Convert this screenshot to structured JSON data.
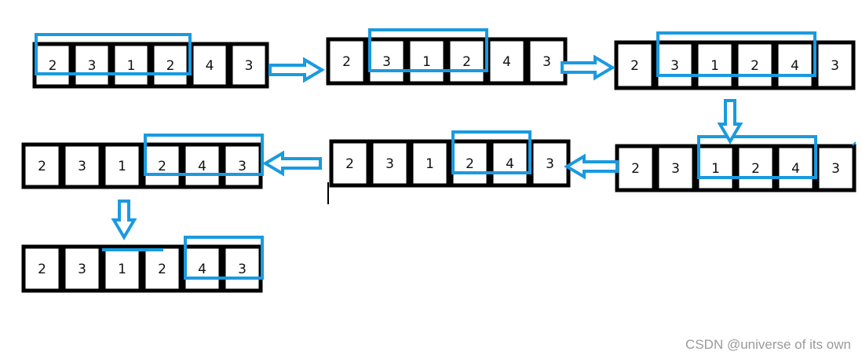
{
  "colors": {
    "cell_border": "#000000",
    "highlight": "#1a9ae0",
    "watermark": "#9a9a9a"
  },
  "arrays": [
    {
      "id": "step1",
      "values": [
        "2",
        "3",
        "1",
        "2",
        "4",
        "3"
      ],
      "window": [
        0,
        3
      ]
    },
    {
      "id": "step2",
      "values": [
        "2",
        "3",
        "1",
        "2",
        "4",
        "3"
      ],
      "window": [
        1,
        3
      ]
    },
    {
      "id": "step3",
      "values": [
        "2",
        "3",
        "1",
        "2",
        "4",
        "3"
      ],
      "window": [
        1,
        4
      ]
    },
    {
      "id": "step4",
      "values": [
        "2",
        "3",
        "1",
        "2",
        "4",
        "3"
      ],
      "window": [
        2,
        4
      ]
    },
    {
      "id": "step5",
      "values": [
        "2",
        "3",
        "1",
        "2",
        "4",
        "3"
      ],
      "window": [
        3,
        4
      ]
    },
    {
      "id": "step6",
      "values": [
        "2",
        "3",
        "1",
        "2",
        "4",
        "3"
      ],
      "window": [
        3,
        5
      ]
    },
    {
      "id": "step7",
      "values": [
        "2",
        "3",
        "1",
        "2",
        "4",
        "3"
      ],
      "window": [
        4,
        5
      ]
    }
  ],
  "watermark": "CSDN @universe of its own"
}
